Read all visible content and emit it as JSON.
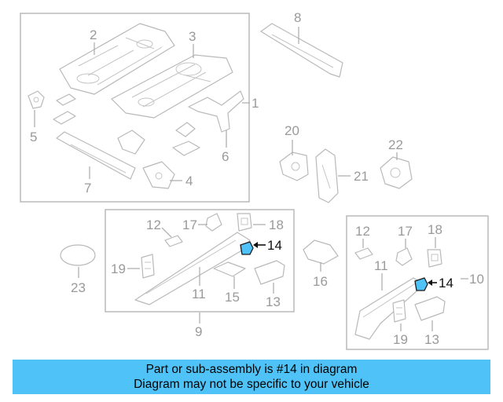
{
  "diagram": {
    "callouts": {
      "c1": "1",
      "c2": "2",
      "c3": "3",
      "c4": "4",
      "c5": "5",
      "c6": "6",
      "c7": "7",
      "c8": "8",
      "c9": "9",
      "c10": "10",
      "c11a": "11",
      "c12a": "12",
      "c13a": "13",
      "c14a": "14",
      "c15": "15",
      "c16": "16",
      "c17a": "17",
      "c18a": "18",
      "c19a": "19",
      "c20": "20",
      "c21": "21",
      "c22": "22",
      "c23": "23",
      "c11b": "11",
      "c12b": "12",
      "c13b": "13",
      "c14b": "14",
      "c17b": "17",
      "c18b": "18",
      "c19b": "19"
    },
    "highlight_color": "#4fc3f7",
    "highlighted_part": "14"
  },
  "banner": {
    "line1": "Part or sub-assembly is #14 in diagram",
    "line2": "Diagram may not be specific to your vehicle",
    "color": "#4fc3f7"
  }
}
